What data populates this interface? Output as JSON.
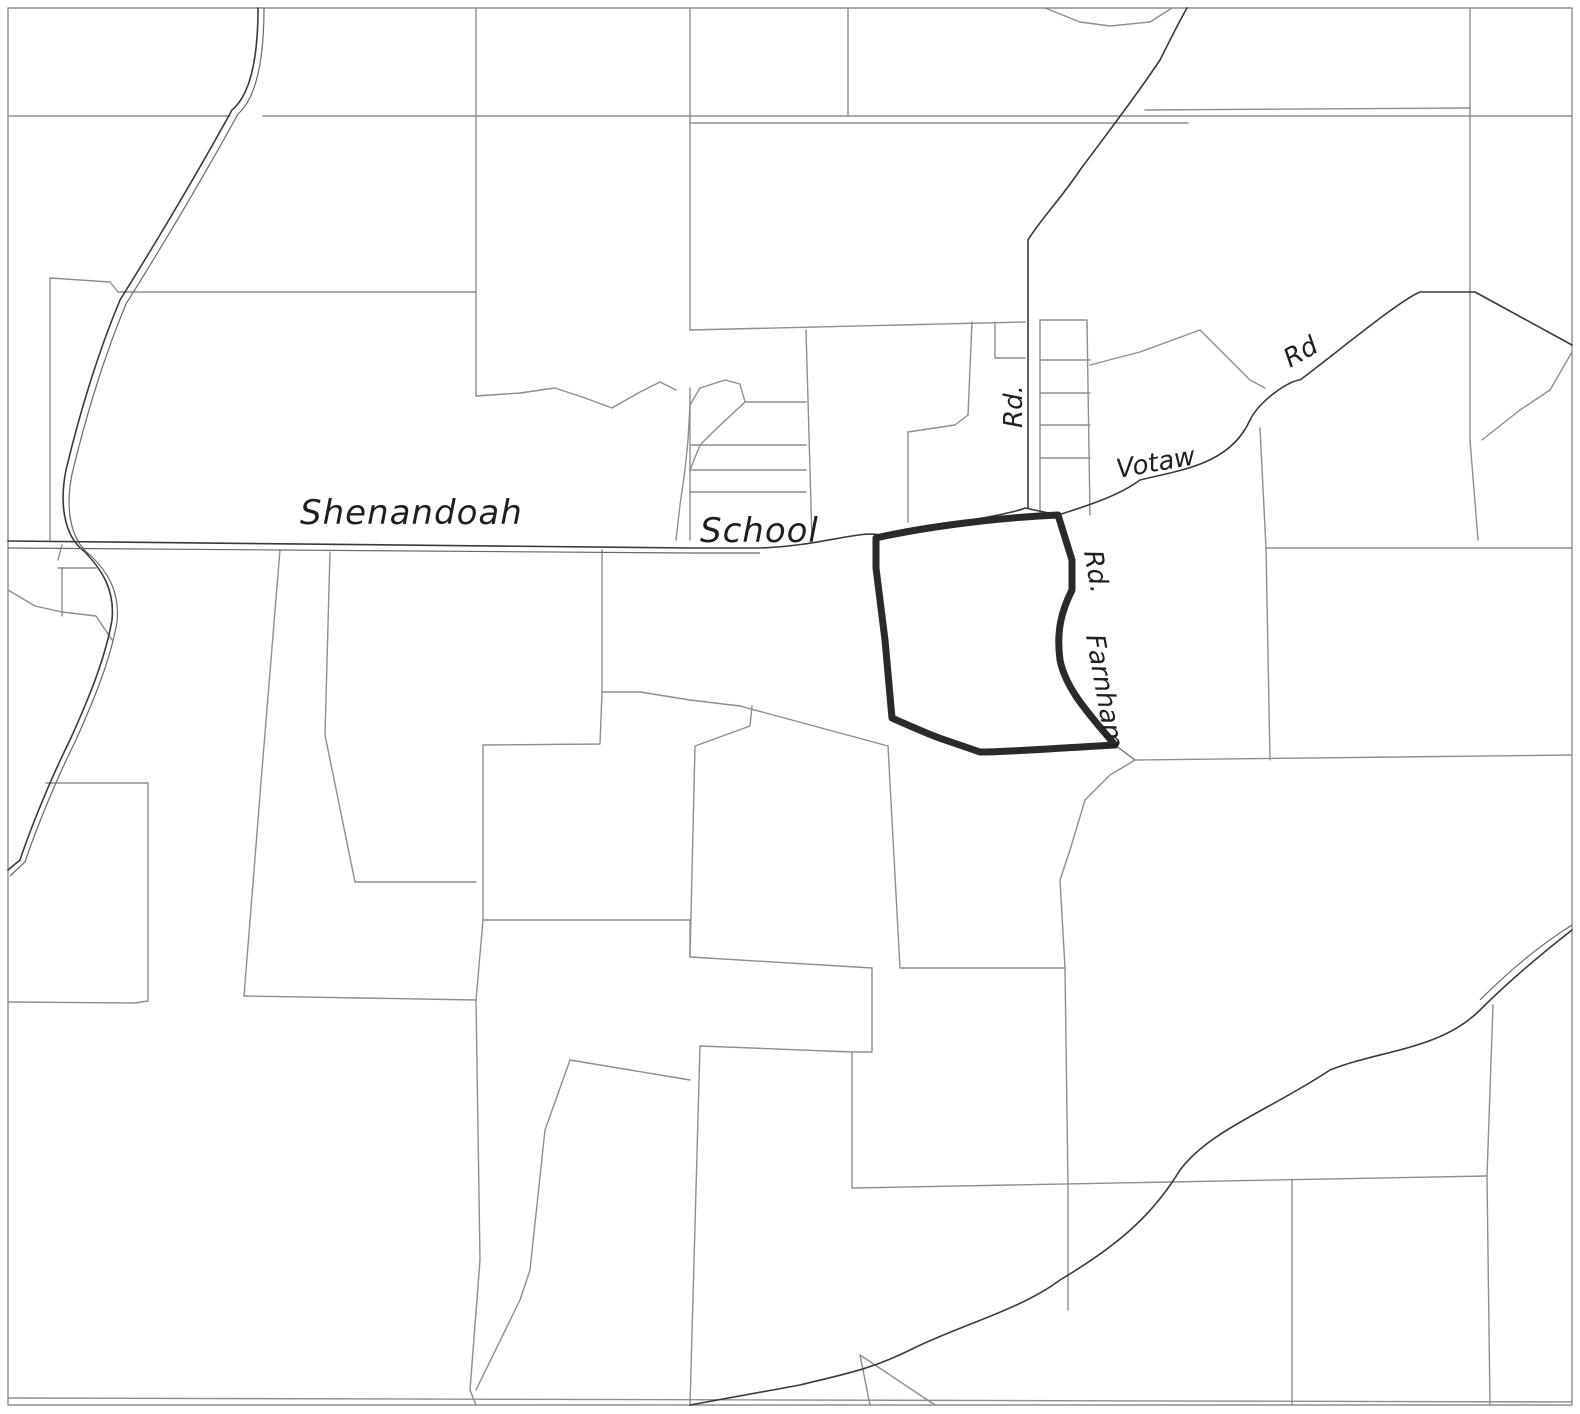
{
  "map": {
    "labels": {
      "shenandoah": "Shenandoah",
      "school": "School",
      "rd_vertical": "Rd.",
      "votaw": "Votaw",
      "rd_votaw": "Rd",
      "rd_farnham": "Rd.",
      "farnham": "Farnham"
    },
    "colors": {
      "parcel_line": "#8e8e8e",
      "road_line": "#3a3a3a",
      "highlight_outline": "#2a2a2a",
      "background": "#ffffff"
    }
  }
}
